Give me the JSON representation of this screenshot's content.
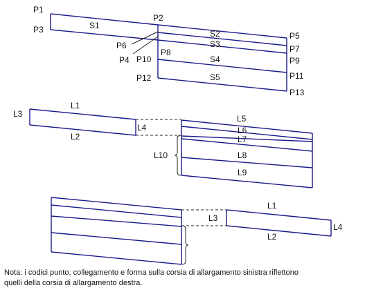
{
  "colors": {
    "line": "#1a1a8c",
    "dashed": "#222222",
    "text": "#111111",
    "background": "#ffffff"
  },
  "diagram1": {
    "points": [
      "P1",
      "P2",
      "P3",
      "P4",
      "P5",
      "P6",
      "P7",
      "P8",
      "P9",
      "P10",
      "P11",
      "P12",
      "P13"
    ],
    "shapes": [
      "S1",
      "S2",
      "S3",
      "S4",
      "S5"
    ]
  },
  "diagram2": {
    "links": [
      "L1",
      "L2",
      "L3",
      "L4",
      "L5",
      "L6",
      "L7",
      "L8",
      "L9",
      "L10"
    ]
  },
  "diagram3": {
    "links": [
      "L1",
      "L2",
      "L3",
      "L4"
    ]
  },
  "note": {
    "line1": "Nota: i codici punto, collegamento e forma sulla corsia di allargamento sinistra riflettono",
    "line2": "quelli della corsia di allargamento destra."
  }
}
